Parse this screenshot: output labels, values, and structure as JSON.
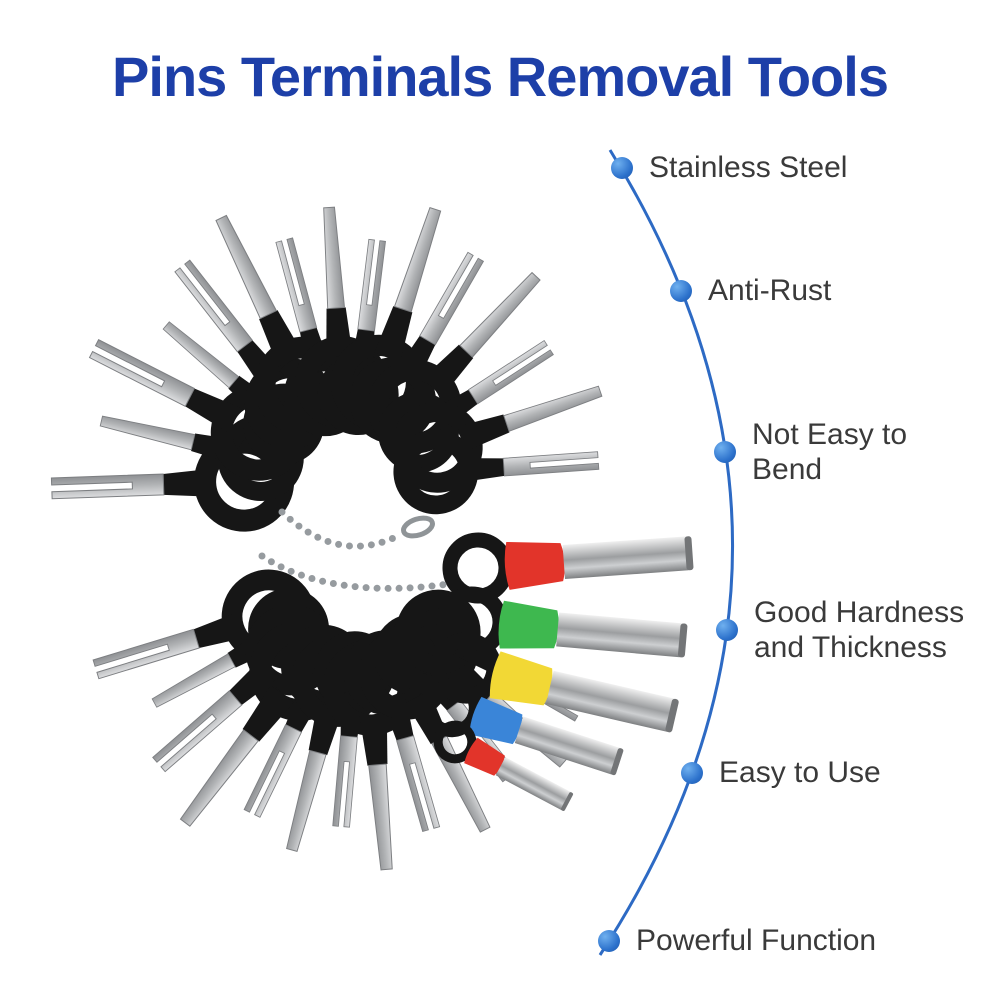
{
  "title": {
    "text": "Pins Terminals Removal Tools"
  },
  "colors": {
    "title": "#1d3fa8",
    "arc": "#2d6ac4",
    "dot": "#2d72cc",
    "text": "#3a3a3a"
  },
  "icons": {
    "feature_marker": "blue-dot",
    "photo": "pins-terminals-removal-tools-product-photo"
  },
  "features": [
    {
      "label": "Stainless Steel"
    },
    {
      "label": "Anti-Rust"
    },
    {
      "label": "Not Easy to Bend"
    },
    {
      "label": "Good Hardness and Thickness"
    },
    {
      "label": "Easy to Use"
    },
    {
      "label": "Powerful Function"
    }
  ]
}
